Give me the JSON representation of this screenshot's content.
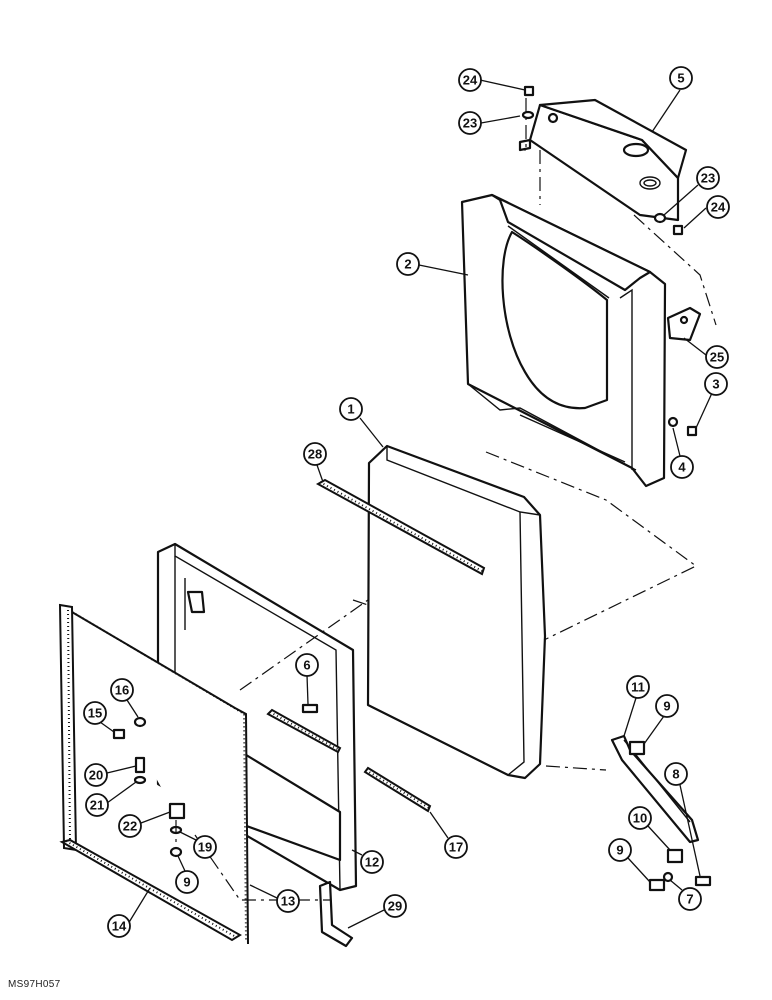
{
  "drawing_code": "MS97H057",
  "callouts": [
    {
      "id": "c24a",
      "label": "24"
    },
    {
      "id": "c5",
      "label": "5"
    },
    {
      "id": "c23a",
      "label": "23"
    },
    {
      "id": "c23b",
      "label": "23"
    },
    {
      "id": "c24b",
      "label": "24"
    },
    {
      "id": "c2",
      "label": "2"
    },
    {
      "id": "c25",
      "label": "25"
    },
    {
      "id": "c3",
      "label": "3"
    },
    {
      "id": "c1",
      "label": "1"
    },
    {
      "id": "c4",
      "label": "4"
    },
    {
      "id": "c28",
      "label": "28"
    },
    {
      "id": "c6",
      "label": "6"
    },
    {
      "id": "c11",
      "label": "11"
    },
    {
      "id": "c9a",
      "label": "9"
    },
    {
      "id": "c16",
      "label": "16"
    },
    {
      "id": "c15",
      "label": "15"
    },
    {
      "id": "c20",
      "label": "20"
    },
    {
      "id": "c8",
      "label": "8"
    },
    {
      "id": "c21",
      "label": "21"
    },
    {
      "id": "c10",
      "label": "10"
    },
    {
      "id": "c17",
      "label": "17"
    },
    {
      "id": "c22",
      "label": "22"
    },
    {
      "id": "c19",
      "label": "19"
    },
    {
      "id": "c12",
      "label": "12"
    },
    {
      "id": "c9b",
      "label": "9"
    },
    {
      "id": "c9c",
      "label": "9"
    },
    {
      "id": "c7",
      "label": "7"
    },
    {
      "id": "c13",
      "label": "13"
    },
    {
      "id": "c29",
      "label": "29"
    },
    {
      "id": "c14",
      "label": "14"
    }
  ]
}
